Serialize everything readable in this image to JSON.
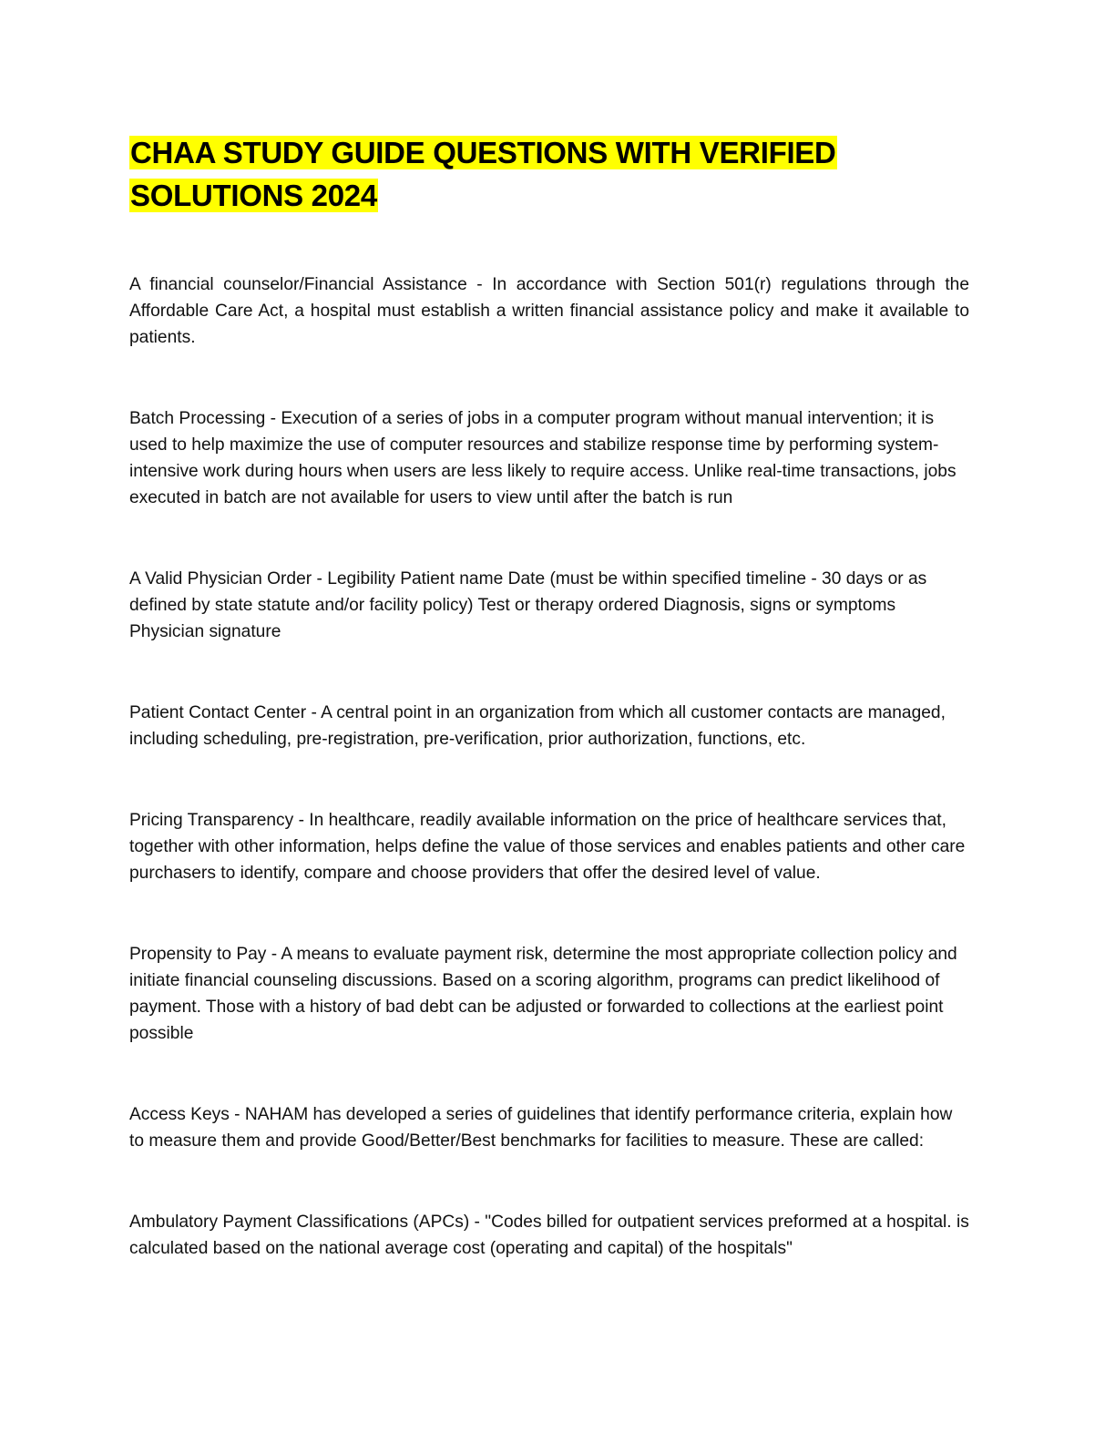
{
  "document": {
    "title_line1": "CHAA STUDY GUIDE QUESTIONS WITH VERIFIED",
    "title_line2": "SOLUTIONS 2024",
    "entries": [
      {
        "term": "A financial counselor/Financial Assistance",
        "definition": "In accordance with Section 501(r) regulations through the Affordable Care Act, a hospital must establish a written financial assistance policy and make it available to patients."
      },
      {
        "term": "Batch Processing",
        "definition": "Execution of a series of jobs in a computer program without manual intervention; it is used to help maximize the use of computer resources and stabilize response time by performing system-intensive work during hours when users are less likely to require access. Unlike real-time transactions, jobs executed in batch are not available for users to view until after the batch is run"
      },
      {
        "term": "A Valid Physician Order",
        "definition": "Legibility Patient name Date (must be within specified timeline - 30 days or as defined by state statute and/or facility policy) Test or therapy ordered Diagnosis, signs or symptoms Physician signature"
      },
      {
        "term": "Patient Contact Center",
        "definition": "A central point in an organization from which all customer contacts are managed, including scheduling, pre-registration, pre-verification, prior authorization, functions, etc."
      },
      {
        "term": "Pricing Transparency",
        "definition": "In healthcare, readily available information on the price of healthcare services that, together with other information, helps define the value of those services and enables patients and other care purchasers to identify, compare and choose providers that offer the desired level of value."
      },
      {
        "term": "Propensity to Pay",
        "definition": "A means to evaluate payment risk, determine the most appropriate collection policy and initiate financial counseling discussions. Based on a scoring algorithm, programs can predict likelihood of payment. Those with a history of bad debt can be adjusted or forwarded to collections at the earliest point possible"
      },
      {
        "term": "Access Keys",
        "definition": "NAHAM has developed a series of guidelines that identify performance criteria, explain how to measure them and provide Good/Better/Best benchmarks for facilities to measure. These are called:"
      },
      {
        "term": "Ambulatory Payment Classifications (APCs)",
        "definition": "\"Codes billed for outpatient services preformed at a hospital. is calculated based on the national average cost (operating and capital) of the hospitals\""
      }
    ]
  }
}
